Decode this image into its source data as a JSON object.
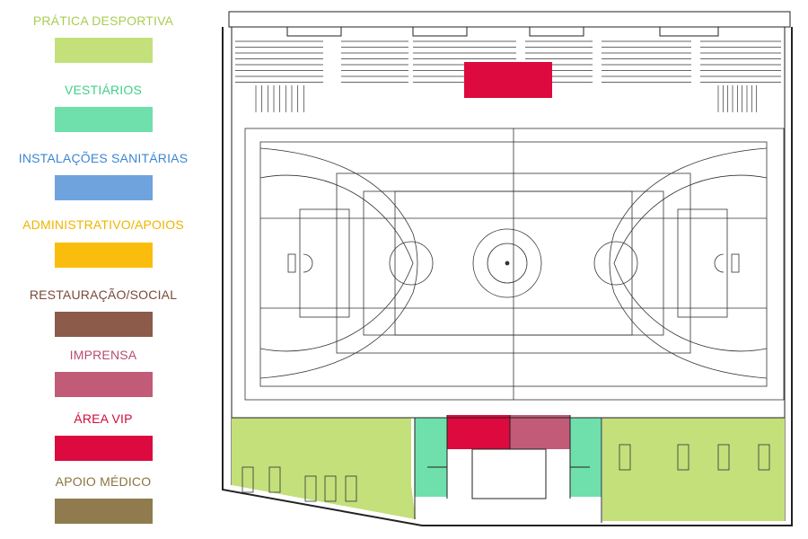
{
  "legend": {
    "items": [
      {
        "label": "PRÁTICA DESPORTIVA",
        "color": "#c3e07a",
        "label_color": "#a9cd52"
      },
      {
        "label": "VESTIÁRIOS",
        "color": "#6fe0ab",
        "label_color": "#3fcf8c"
      },
      {
        "label": "INSTALAÇÕES SANITÁRIAS",
        "color": "#6fa3dd",
        "label_color": "#3d86d1"
      },
      {
        "label": "ADMINISTRATIVO/APOIOS",
        "color": "#fbbd0d",
        "label_color": "#f0b400"
      },
      {
        "label": "RESTAURAÇÃO/SOCIAL",
        "color": "#8c5b4a",
        "label_color": "#7b4a39"
      },
      {
        "label": "IMPRENSA",
        "color": "#c25b77",
        "label_color": "#b84c6b"
      },
      {
        "label": "ÁREA VIP",
        "color": "#dc0a3e",
        "label_color": "#d30a3a"
      },
      {
        "label": "APOIO MÉDICO",
        "color": "#8f7b4e",
        "label_color": "#8a7540"
      }
    ]
  },
  "plan": {
    "colors": {
      "sport": "#c3e07a",
      "locker": "#6fe0ab",
      "vip": "#dc0a3e",
      "press": "#c25b77",
      "line": "#222222"
    }
  }
}
